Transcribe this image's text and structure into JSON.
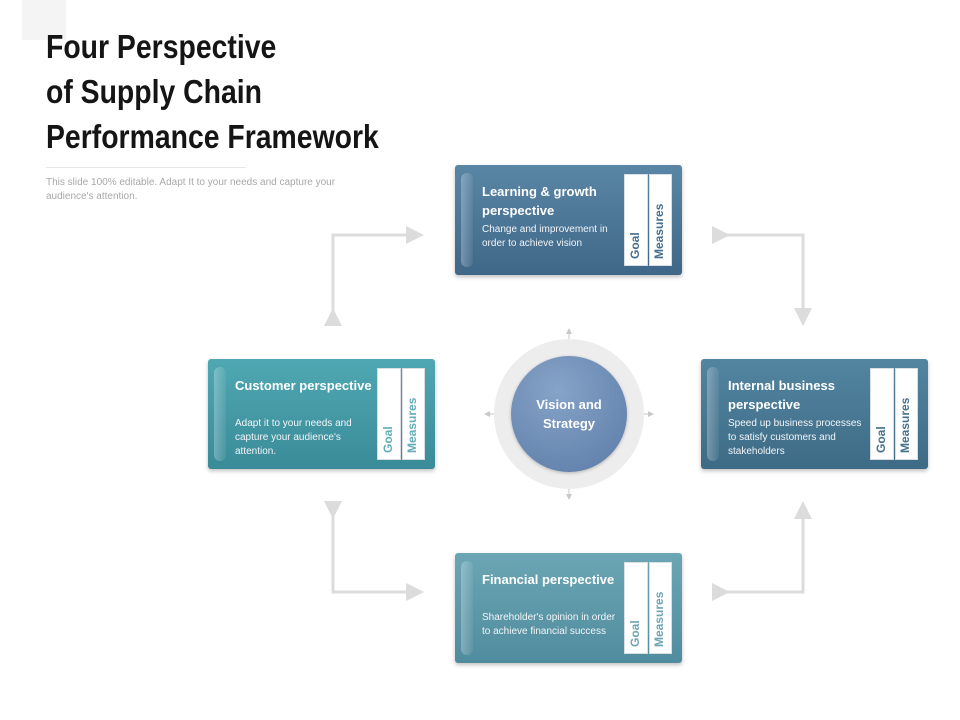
{
  "slide": {
    "title_lines": [
      "Four Perspective",
      "of Supply Chain",
      "Performance Framework"
    ],
    "subtitle": "This slide 100% editable. Adapt  It to your needs and capture your audience's attention."
  },
  "center": {
    "label": "Vision and Strategy"
  },
  "perspectives": [
    {
      "id": "learning",
      "title": "Learning & growth perspective",
      "description": "Change and improvement in order to achieve vision",
      "goal_label": "Goal",
      "measures_label": "Measures"
    },
    {
      "id": "customer",
      "title": "Customer perspective",
      "description": "Adapt it to your needs and capture your audience's attention.",
      "goal_label": "Goal",
      "measures_label": "Measures"
    },
    {
      "id": "internal",
      "title": "Internal business perspective",
      "description": "Speed up business processes to satisfy customers and stakeholders",
      "goal_label": "Goal",
      "measures_label": "Measures"
    },
    {
      "id": "financial",
      "title": "Financial perspective",
      "description": "Shareholder's opinion in order to achieve financial success",
      "goal_label": "Goal",
      "measures_label": "Measures"
    }
  ],
  "colors": {
    "learning": "#4a7596",
    "customer": "#4a9ea9",
    "internal": "#4a7a95",
    "financial": "#5f99a8",
    "center": "#6d8cb6",
    "connector": "#dcdcdc"
  }
}
